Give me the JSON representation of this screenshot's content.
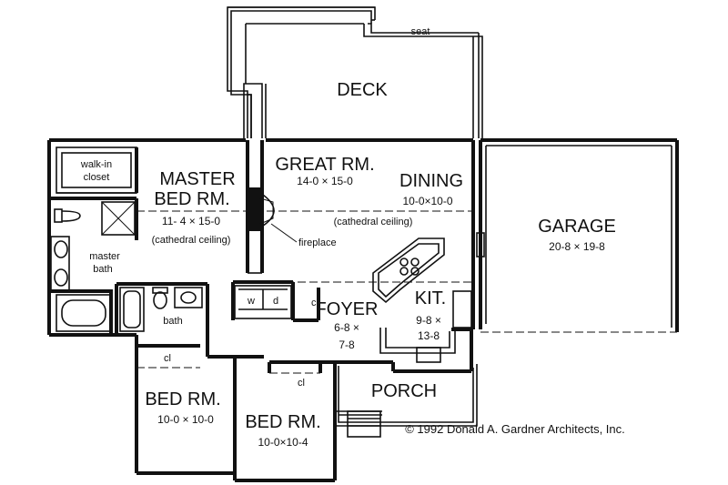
{
  "plan": {
    "rooms": {
      "deck": {
        "name": "DECK",
        "seat": "seat"
      },
      "great_room": {
        "name": "GREAT RM.",
        "dims": "14-0 × 15-0"
      },
      "dining": {
        "name": "DINING",
        "dims": "10-0×10-0",
        "note": "(cathedral ceiling)"
      },
      "master_bed": {
        "name_line1": "MASTER",
        "name_line2": "BED RM.",
        "dims": "11- 4 × 15-0",
        "note": "(cathedral ceiling)"
      },
      "walk_in_closet": {
        "line1": "walk-in",
        "line2": "closet"
      },
      "master_bath": {
        "line1": "master",
        "line2": "bath"
      },
      "bath": {
        "name": "bath"
      },
      "garage": {
        "name": "GARAGE",
        "dims": "20-8 × 19-8"
      },
      "foyer": {
        "name": "FOYER",
        "dims_line1": "6-8 ×",
        "dims_line2": "7-8"
      },
      "kitchen": {
        "name": "KIT.",
        "dims_line1": "9-8 ×",
        "dims_line2": "13-8"
      },
      "porch": {
        "name": "PORCH"
      },
      "bed_1": {
        "name": "BED RM.",
        "dims": "10-0 × 10-0",
        "closet": "cl"
      },
      "bed_2": {
        "name": "BED RM.",
        "dims": "10-0×10-4",
        "closet": "cl"
      },
      "foyer_closet": {
        "label": "cl"
      },
      "laundry": {
        "washer": "w",
        "dryer": "d"
      }
    },
    "fireplace": "fireplace",
    "copyright": "© 1992 Donald A. Gardner Architects, Inc."
  }
}
